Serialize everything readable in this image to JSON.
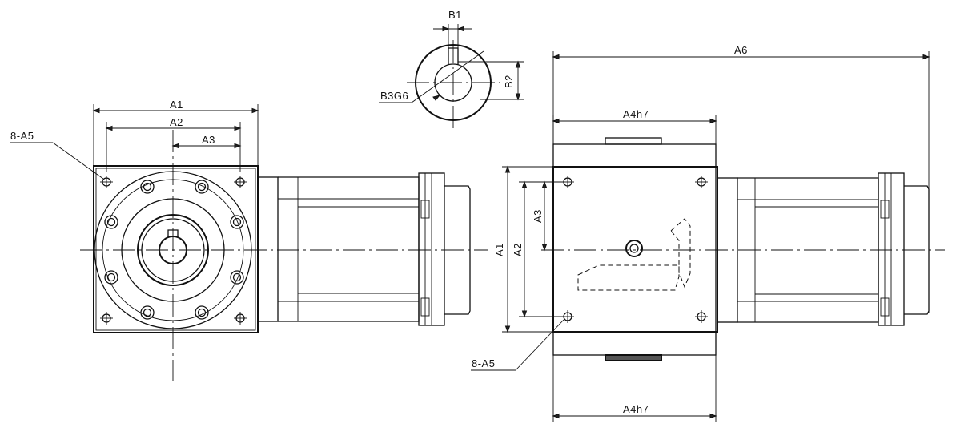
{
  "labels": {
    "left_a1": "A1",
    "left_a2": "A2",
    "left_a3": "A3",
    "left_hole": "8-A5",
    "shaft_b1": "B1",
    "shaft_b2": "B2",
    "shaft_b3": "B3G6",
    "right_a6": "A6",
    "right_a4_top": "A4h7",
    "right_a4_bottom": "A4h7",
    "right_a1": "A1",
    "right_a2": "A2",
    "right_a3": "A3",
    "right_hole": "8-A5"
  }
}
